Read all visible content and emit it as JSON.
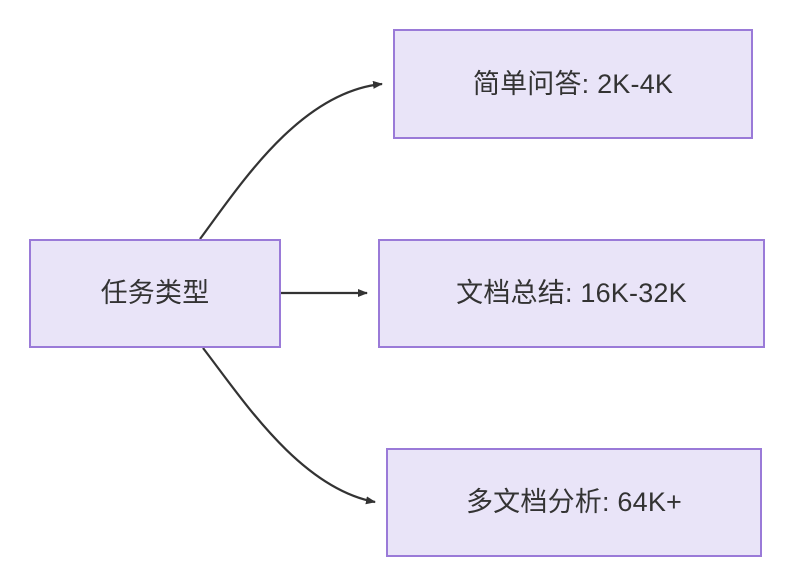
{
  "diagram": {
    "type": "flowchart-left-to-right",
    "colors": {
      "node_fill": "#e9e4f8",
      "node_border": "#9a7ad8",
      "node_text": "#333333",
      "edge_stroke": "#333333",
      "background": "#ffffff"
    },
    "root": {
      "id": "root",
      "label": "任务类型"
    },
    "children": [
      {
        "id": "child-0",
        "label": "简单问答: 2K-4K",
        "task": "简单问答",
        "context_length": "2K-4K"
      },
      {
        "id": "child-1",
        "label": "文档总结: 16K-32K",
        "task": "文档总结",
        "context_length": "16K-32K"
      },
      {
        "id": "child-2",
        "label": "多文档分析: 64K+",
        "task": "多文档分析",
        "context_length": "64K+"
      }
    ],
    "edges": [
      {
        "id": "edge-0",
        "from": "root",
        "to": "child-0",
        "label": "",
        "style": "curved-arrow"
      },
      {
        "id": "edge-1",
        "from": "root",
        "to": "child-1",
        "label": "",
        "style": "straight-arrow"
      },
      {
        "id": "edge-2",
        "from": "root",
        "to": "child-2",
        "label": "",
        "style": "curved-arrow"
      }
    ]
  }
}
